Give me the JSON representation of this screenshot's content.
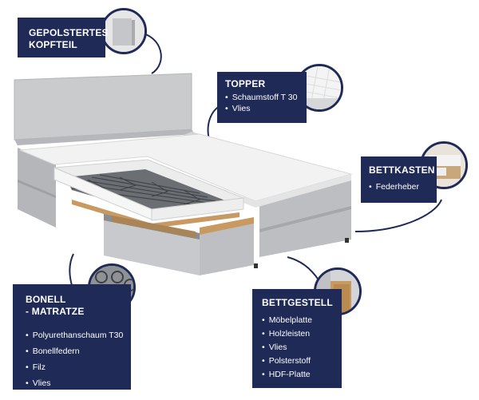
{
  "callouts": {
    "headboard": {
      "title": "GEPOLSTERTES\nKOPFTEIL"
    },
    "topper": {
      "title": "TOPPER",
      "items": [
        "Schaumstoff  T 30",
        "Vlies"
      ]
    },
    "bettkasten": {
      "title": "BETTKASTEN",
      "items": [
        "Federheber"
      ]
    },
    "bonell": {
      "title": "BONELL\n- MATRATZE",
      "items": [
        "Polyurethanschaum T30",
        "Bonellfedern",
        "Filz",
        "Vlies"
      ]
    },
    "bettgestell": {
      "title": "BETTGESTELL",
      "items": [
        "Möbelplatte",
        "Holzleisten",
        "Vlies",
        "Polsterstoff",
        "HDF-Platte"
      ]
    }
  },
  "colors": {
    "navy": "#1f2a57",
    "fabric": "#c9cbcd",
    "fabric_dark": "#a9abae",
    "topper": "#f2f2f2",
    "wood": "#c89a62"
  }
}
